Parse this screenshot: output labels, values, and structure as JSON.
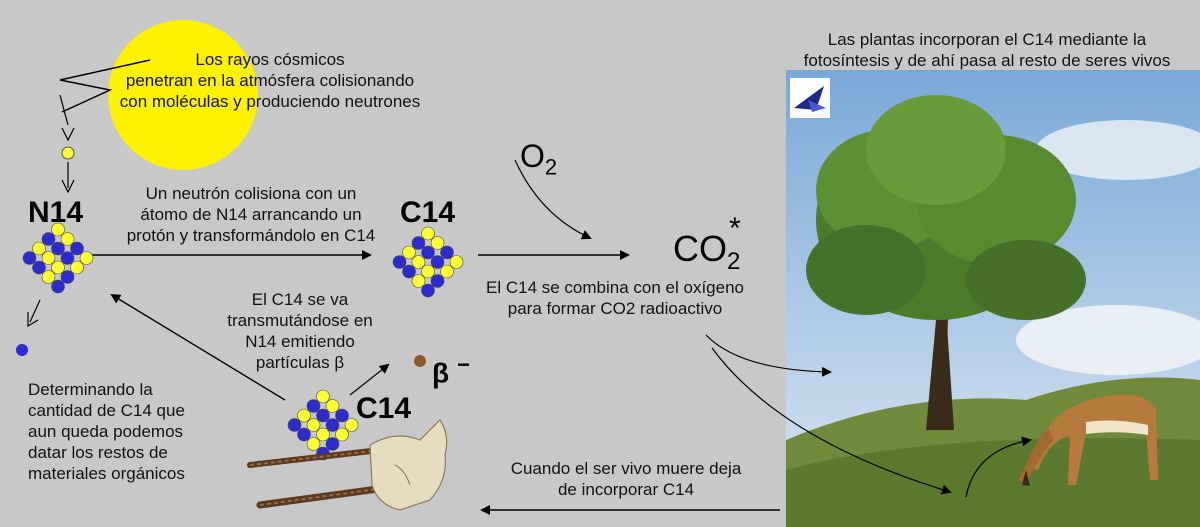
{
  "texts": {
    "cosmic_rays": "Los rayos cósmicos\npenetran en la atmósfera colisionando\ncon moléculas y produciendo neutrones",
    "neutron_collision": "Un neutrón colisiona con un\nátomo de N14 arrancando un\nprotón y transformándolo en C14",
    "plants": "Las plantas incorporan el C14 mediante la\nfotosíntesis y de ahí  pasa al resto de seres vivos",
    "combine": "El C14 se combina con el oxígeno\npara formar CO2 radioactivo",
    "transmute": "El C14 se va\ntransmutándose  en\nN14 emitiendo\npartículas β",
    "determine": "Determinando la\ncantidad de C14 que\naun queda podemos\ndatar los restos de\nmateriales orgánicos",
    "dies": "Cuando el ser vivo muere deja\nde incorporar C14"
  },
  "labels": {
    "n14": "N14",
    "c14_top": "C14",
    "c14_bottom": "C14",
    "o2_main": "O",
    "o2_sub": "2",
    "co2_main": "CO",
    "co2_sub": "2",
    "co2_star": "*",
    "beta_main": "β",
    "beta_sup": "−"
  },
  "colors": {
    "background": "#c8c8c8",
    "sun": "#fff200",
    "proton": "#ffff33",
    "neutron": "#2b2bd0",
    "beta_particle": "#8b5a2b"
  }
}
